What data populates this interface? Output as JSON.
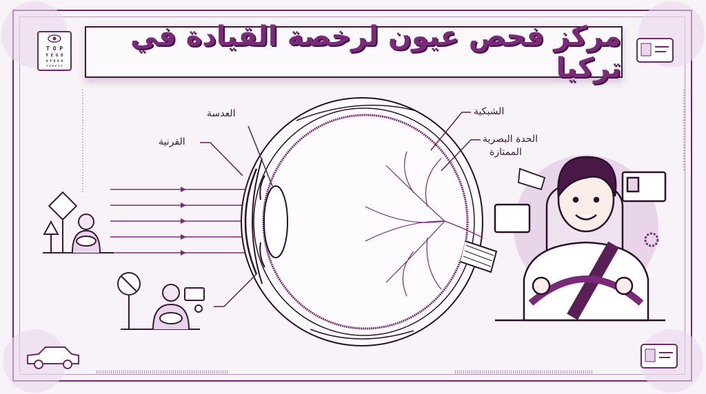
{
  "title": "مركز فحص عيون لرخصة القيادة في تركيا",
  "labels": {
    "lens": "العدسة",
    "cornea": "القرنية",
    "retina": "الشبكية",
    "visual_acuity_line1": "الحدة البصرية",
    "visual_acuity_line2": "الممتازة"
  },
  "eye_chart": {
    "rows": [
      "T O P",
      "Y E G D",
      "O P D O O",
      "T E P F S T"
    ]
  },
  "colors": {
    "accent": "#7a2a78",
    "dark": "#3a1838",
    "light_circle": "#e9d5ea",
    "background": "#f7f3f8"
  }
}
